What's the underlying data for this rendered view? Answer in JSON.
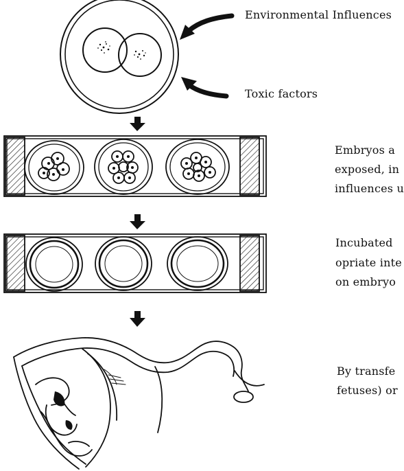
{
  "labels": {
    "environmental": "Environmental Influences",
    "toxic": "Toxic factors",
    "step1_line1": "Embryos a",
    "step1_line2": "exposed, in",
    "step1_line3": "influences u",
    "step2_line1": "Incubated",
    "step2_line2": "opriate inte",
    "step2_line3": "on embryo",
    "step3_line1": "By transfe",
    "step3_line2": "fetuses) or"
  },
  "colors": {
    "ink": "#111111",
    "paper": "#ffffff"
  }
}
